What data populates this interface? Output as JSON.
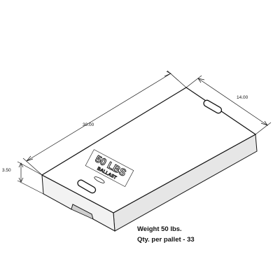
{
  "dimensions": {
    "length": "30.00",
    "width": "14.00",
    "height": "3.50"
  },
  "emboss": {
    "weight_text": "50 LBS",
    "label_text": "BALLAST"
  },
  "specs": {
    "weight": "Weight 50 lbs.",
    "qty": "Qty. per pallet - 33"
  },
  "colors": {
    "line": "#111111",
    "top_face": "#ffffff",
    "side_face": "#e6e6e6",
    "end_face": "#f2f2f2"
  }
}
